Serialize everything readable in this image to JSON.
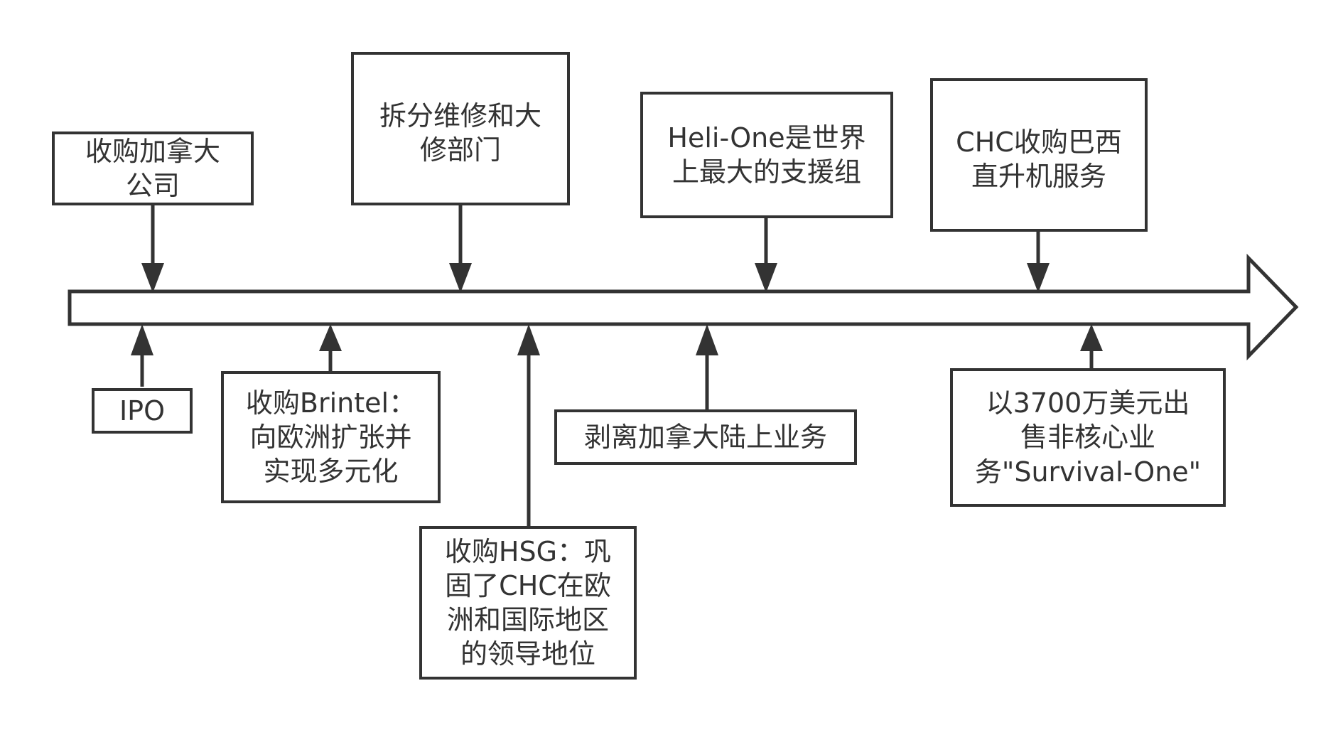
{
  "colors": {
    "stroke": "#333333",
    "background": "#ffffff",
    "text": "#333333"
  },
  "above_timeline": {
    "event_1": [
      "收购加拿大",
      "公司"
    ],
    "event_2": [
      "拆分维修和大",
      "修部门"
    ],
    "event_3": [
      "Heli-One是世界",
      "上最大的支援组"
    ],
    "event_4": [
      "CHC收购巴西",
      "直升机服务"
    ]
  },
  "below_timeline": {
    "event_1": [
      "IPO"
    ],
    "event_2": [
      "收购Brintel：",
      "向欧洲扩张并",
      "实现多元化"
    ],
    "event_3": [
      "收购HSG：巩",
      "固了CHC在欧",
      "洲和国际地区",
      "的领导地位"
    ],
    "event_4": [
      "剥离加拿大陆上业务"
    ],
    "event_5": [
      "以3700万美元出",
      "售非核心业",
      "务\"Survival-One\""
    ]
  }
}
